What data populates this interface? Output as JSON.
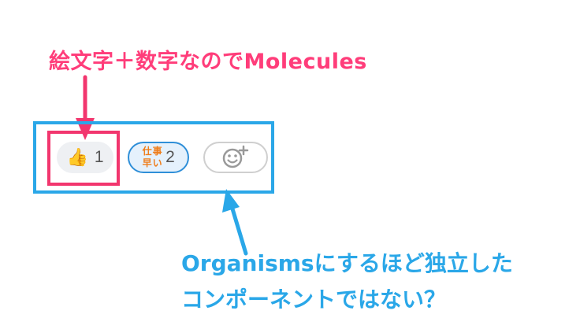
{
  "annotations": {
    "top": "絵文字＋数字なのでMolecules",
    "bottom_line1": "Organismsにするほど独立した",
    "bottom_line2": "コンポーネントではない？"
  },
  "reactions": [
    {
      "icon": "thumbs-up-icon",
      "count": "1"
    },
    {
      "icon": "work-fast-stamp-icon",
      "stamp_chars": [
        "仕",
        "事",
        "早",
        "い"
      ],
      "count": "2",
      "selected": true
    },
    {
      "icon": "add-reaction-icon"
    }
  ],
  "colors": {
    "pink": "#f2366e",
    "pink_text": "#ff3d7a",
    "blue": "#2aa7e8",
    "selected_border": "#2f8fd8",
    "stamp_orange": "#ef7d1a"
  }
}
